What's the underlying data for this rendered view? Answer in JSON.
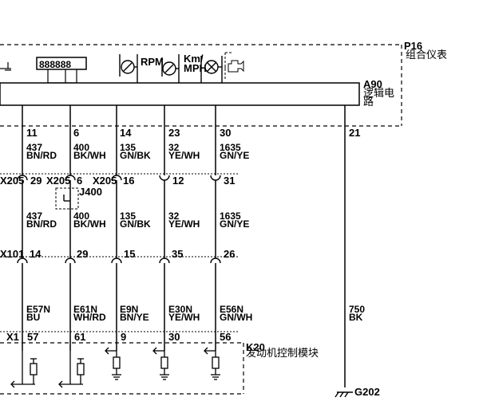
{
  "components": {
    "cluster": {
      "id": "P16",
      "name": "组合仪表"
    },
    "logic": {
      "id": "A90",
      "name_line1": "逻辑电",
      "name_line2": "路"
    },
    "ecm": {
      "id": "K20",
      "name": "发动机控制模块"
    },
    "ground": {
      "id": "G202"
    },
    "gauge_rpm": "RPM",
    "gauge_km": "Km/",
    "gauge_mph": "MPH",
    "display_digits": "888888"
  },
  "connectors": {
    "x205": "X205",
    "x205b": "X205",
    "x205c": "X205",
    "x101": "X101",
    "x1": "X1",
    "j400": "J400"
  },
  "circuits": [
    {
      "pin_top": "11",
      "wire_top": "437",
      "color_top": "BN/RD",
      "x205_pin": "29",
      "wire_mid": "437",
      "color_mid": "BN/RD",
      "x101_pin": "14",
      "wire_bot": "E57N",
      "color_bot": "BU",
      "x1_pin": "57"
    },
    {
      "pin_top": "6",
      "wire_top": "400",
      "color_top": "BK/WH",
      "x205_pin": "6",
      "wire_mid": "400",
      "color_mid": "BK/WH",
      "x101_pin": "29",
      "wire_bot": "E61N",
      "color_bot": "WH/RD",
      "x1_pin": "61"
    },
    {
      "pin_top": "14",
      "wire_top": "135",
      "color_top": "GN/BK",
      "x205_pin": "16",
      "wire_mid": "135",
      "color_mid": "GN/BK",
      "x101_pin": "15",
      "wire_bot": "E9N",
      "color_bot": "BN/YE",
      "x1_pin": "9"
    },
    {
      "pin_top": "23",
      "wire_top": "32",
      "color_top": "YE/WH",
      "x205_pin": "12",
      "wire_mid": "32",
      "color_mid": "YE/WH",
      "x101_pin": "35",
      "wire_bot": "E30N",
      "color_bot": "YE/WH",
      "x1_pin": "30"
    },
    {
      "pin_top": "30",
      "wire_top": "1635",
      "color_top": "GN/YE",
      "x205_pin": "31",
      "wire_mid": "1635",
      "color_mid": "GN/YE",
      "x101_pin": "26",
      "wire_bot": "E56N",
      "color_bot": "GN/WH",
      "x1_pin": "56"
    }
  ],
  "ground_circuit": {
    "pin_top": "21",
    "wire": "750",
    "color": "BK"
  }
}
